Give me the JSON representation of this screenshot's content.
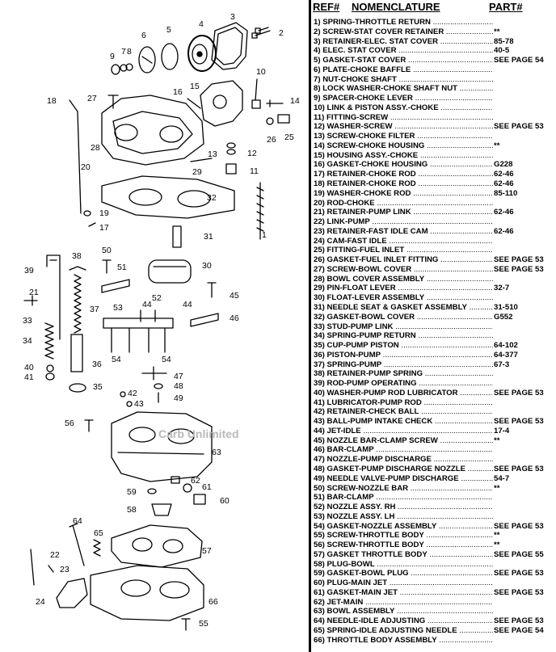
{
  "header": {
    "ref": "REF#",
    "nomenclature": "NOMENCLATURE",
    "part": "PART#"
  },
  "watermark": "Carb Unlimited",
  "callouts": [
    {
      "id": "c1",
      "text": "1"
    },
    {
      "id": "c2",
      "text": "2"
    },
    {
      "id": "c3",
      "text": "3"
    },
    {
      "id": "c4",
      "text": "4"
    },
    {
      "id": "c5",
      "text": "5"
    },
    {
      "id": "c6",
      "text": "6"
    },
    {
      "id": "c7",
      "text": "7"
    },
    {
      "id": "c8",
      "text": "8"
    },
    {
      "id": "c9",
      "text": "9"
    },
    {
      "id": "c10",
      "text": "10"
    },
    {
      "id": "c11",
      "text": "11"
    },
    {
      "id": "c12",
      "text": "12"
    },
    {
      "id": "c13",
      "text": "13"
    },
    {
      "id": "c14",
      "text": "14"
    },
    {
      "id": "c15",
      "text": "15"
    },
    {
      "id": "c16",
      "text": "16"
    },
    {
      "id": "c17",
      "text": "17"
    },
    {
      "id": "c18",
      "text": "18"
    },
    {
      "id": "c19",
      "text": "19"
    },
    {
      "id": "c20",
      "text": "20"
    },
    {
      "id": "c21",
      "text": "21"
    },
    {
      "id": "c22",
      "text": "22"
    },
    {
      "id": "c23",
      "text": "23"
    },
    {
      "id": "c24",
      "text": "24"
    },
    {
      "id": "c25",
      "text": "25"
    },
    {
      "id": "c26",
      "text": "26"
    },
    {
      "id": "c27",
      "text": "27"
    },
    {
      "id": "c28",
      "text": "28"
    },
    {
      "id": "c29",
      "text": "29"
    },
    {
      "id": "c30",
      "text": "30"
    },
    {
      "id": "c31",
      "text": "31"
    },
    {
      "id": "c32",
      "text": "32"
    },
    {
      "id": "c33",
      "text": "33"
    },
    {
      "id": "c34",
      "text": "34"
    },
    {
      "id": "c35",
      "text": "35"
    },
    {
      "id": "c36",
      "text": "36"
    },
    {
      "id": "c37",
      "text": "37"
    },
    {
      "id": "c38",
      "text": "38"
    },
    {
      "id": "c39",
      "text": "39"
    },
    {
      "id": "c40",
      "text": "40"
    },
    {
      "id": "c41",
      "text": "41"
    },
    {
      "id": "c42",
      "text": "42"
    },
    {
      "id": "c43",
      "text": "43"
    },
    {
      "id": "c44a",
      "text": "44"
    },
    {
      "id": "c44b",
      "text": "44"
    },
    {
      "id": "c45",
      "text": "45"
    },
    {
      "id": "c46",
      "text": "46"
    },
    {
      "id": "c47",
      "text": "47"
    },
    {
      "id": "c48",
      "text": "48"
    },
    {
      "id": "c49",
      "text": "49"
    },
    {
      "id": "c50",
      "text": "50"
    },
    {
      "id": "c51",
      "text": "51"
    },
    {
      "id": "c52",
      "text": "52"
    },
    {
      "id": "c53",
      "text": "53"
    },
    {
      "id": "c54a",
      "text": "54"
    },
    {
      "id": "c54b",
      "text": "54"
    },
    {
      "id": "c55",
      "text": "55"
    },
    {
      "id": "c56",
      "text": "56"
    },
    {
      "id": "c57",
      "text": "57"
    },
    {
      "id": "c58",
      "text": "58"
    },
    {
      "id": "c59",
      "text": "59"
    },
    {
      "id": "c60",
      "text": "60"
    },
    {
      "id": "c61",
      "text": "61"
    },
    {
      "id": "c62",
      "text": "62"
    },
    {
      "id": "c63",
      "text": "63"
    },
    {
      "id": "c64",
      "text": "64"
    },
    {
      "id": "c65",
      "text": "65"
    },
    {
      "id": "c66",
      "text": "66"
    }
  ],
  "parts": [
    {
      "desc": "1) SPRING-THROTTLE RETURN",
      "part": ""
    },
    {
      "desc": "2) SCREW-STAT COVER RETAINER",
      "part": "**"
    },
    {
      "desc": "3) RETAINER-ELEC. STAT COVER",
      "part": "85-78"
    },
    {
      "desc": "4) ELEC. STAT COVER",
      "part": "40-5"
    },
    {
      "desc": "5) GASKET-STAT COVER",
      "part": "SEE PAGE 54"
    },
    {
      "desc": "6) PLATE-CHOKE BAFFLE",
      "part": ""
    },
    {
      "desc": "7) NUT-CHOKE SHAFT",
      "part": ""
    },
    {
      "desc": "8) LOCK WASHER-CHOKE SHAFT NUT",
      "part": ""
    },
    {
      "desc": "9) SPACER-CHOKE LEVER",
      "part": ""
    },
    {
      "desc": "10) LINK & PISTON ASSY.-CHOKE",
      "part": ""
    },
    {
      "desc": "11) FITTING-SCREW",
      "part": ""
    },
    {
      "desc": "12) WASHER-SCREW",
      "part": "SEE PAGE 53"
    },
    {
      "desc": "13) SCREW-CHOKE FILTER",
      "part": ""
    },
    {
      "desc": "14) SCREW-CHOKE HOUSING",
      "part": "**"
    },
    {
      "desc": "15) HOUSING ASSY.-CHOKE",
      "part": ""
    },
    {
      "desc": "16) GASKET-CHOKE HOUSING",
      "part": "G228"
    },
    {
      "desc": "17) RETAINER-CHOKE ROD",
      "part": "62-46"
    },
    {
      "desc": "18) RETAINER-CHOKE ROD",
      "part": "62-46"
    },
    {
      "desc": "19) WASHER-CHOKE ROD",
      "part": "85-110"
    },
    {
      "desc": "20) ROD-CHOKE",
      "part": ""
    },
    {
      "desc": "21) RETAINER-PUMP LINK",
      "part": "62-46"
    },
    {
      "desc": "22) LINK-PUMP",
      "part": ""
    },
    {
      "desc": "23) RETAINER-FAST IDLE CAM",
      "part": "62-46"
    },
    {
      "desc": "24) CAM-FAST IDLE",
      "part": ""
    },
    {
      "desc": "25) FITTING-FUEL INLET",
      "part": ""
    },
    {
      "desc": "26) GASKET-FUEL INLET FITTING",
      "part": "SEE PAGE 53"
    },
    {
      "desc": "27) SCREW-BOWL COVER",
      "part": "SEE PAGE 53"
    },
    {
      "desc": "28) BOWL COVER ASSEMBLY",
      "part": ""
    },
    {
      "desc": "29) PIN-FLOAT LEVER",
      "part": "32-7"
    },
    {
      "desc": "30) FLOAT-LEVER ASSEMBLY",
      "part": ""
    },
    {
      "desc": "31) NEEDLE SEAT & GASKET ASSEMBLY",
      "part": "31-510"
    },
    {
      "desc": "32) GASKET-BOWL COVER",
      "part": "G552"
    },
    {
      "desc": "33) STUD-PUMP LINK",
      "part": ""
    },
    {
      "desc": "34) SPRING-PUMP RETURN",
      "part": ""
    },
    {
      "desc": "35) CUP-PUMP PISTON",
      "part": "64-102"
    },
    {
      "desc": "36) PISTON-PUMP",
      "part": "64-377"
    },
    {
      "desc": "37) SPRING-PUMP",
      "part": "67-3"
    },
    {
      "desc": "38) RETAINER-PUMP SPRING",
      "part": ""
    },
    {
      "desc": "39) ROD-PUMP OPERATING",
      "part": ""
    },
    {
      "desc": "40) WASHER-PUMP ROD LUBRICATOR",
      "part": "SEE PAGE 53"
    },
    {
      "desc": "41) LUBRICATOR-PUMP ROD",
      "part": ""
    },
    {
      "desc": "42) RETAINER-CHECK BALL",
      "part": ""
    },
    {
      "desc": "43) BALL-PUMP INTAKE CHECK",
      "part": "SEE PAGE 53"
    },
    {
      "desc": "44) JET-IDLE",
      "part": "17-4"
    },
    {
      "desc": "45) NOZZLE BAR-CLAMP SCREW",
      "part": "**"
    },
    {
      "desc": "46) BAR-CLAMP",
      "part": ""
    },
    {
      "desc": "47) NOZZLE-PUMP DISCHARGE",
      "part": ""
    },
    {
      "desc": "48) GASKET-PUMP DISCHARGE NOZZLE",
      "part": "SEE PAGE 53"
    },
    {
      "desc": "49) NEEDLE VALVE-PUMP DISCHARGE",
      "part": "54-7"
    },
    {
      "desc": "50) SCREW-NOZZLE BAR",
      "part": "**"
    },
    {
      "desc": "51) BAR-CLAMP",
      "part": ""
    },
    {
      "desc": "52) NOZZLE ASSY. RH",
      "part": ""
    },
    {
      "desc": "53) NOZZLE ASSY. LH",
      "part": ""
    },
    {
      "desc": "54) GASKET-NOZZLE ASSEMBLY",
      "part": "SEE PAGE 53"
    },
    {
      "desc": "55) SCREW-THROTTLE BODY",
      "part": "**"
    },
    {
      "desc": "56) SCREW-THROTTLE BODY",
      "part": "**"
    },
    {
      "desc": "57) GASKET THROTTLE BODY",
      "part": "SEE PAGE 55"
    },
    {
      "desc": "58) PLUG-BOWL",
      "part": ""
    },
    {
      "desc": "59) GASKET-BOWL PLUG",
      "part": "SEE PAGE 53"
    },
    {
      "desc": "60) PLUG-MAIN JET",
      "part": ""
    },
    {
      "desc": "61) GASKET-MAIN JET",
      "part": "SEE PAGE 53"
    },
    {
      "desc": "62) JET-MAIN",
      "part": ""
    },
    {
      "desc": "63) BOWL ASSEMBLY",
      "part": ""
    },
    {
      "desc": "64) NEEDLE-IDLE ADJUSTING",
      "part": "SEE PAGE 53"
    },
    {
      "desc": "65) SPRING-IDLE ADJUSTING NEEDLE",
      "part": "SEE PAGE 54"
    },
    {
      "desc": "66) THROTTLE BODY ASSEMBLY",
      "part": ""
    }
  ]
}
